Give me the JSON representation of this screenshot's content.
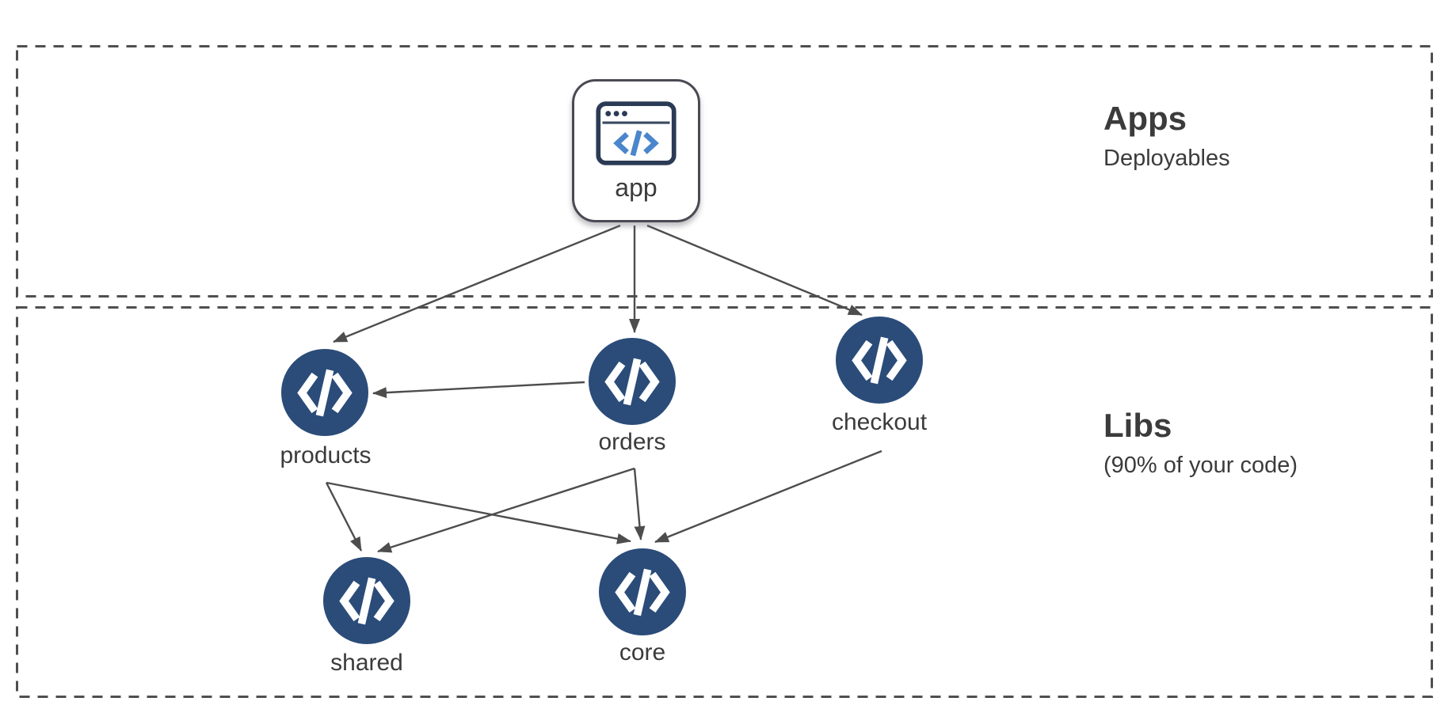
{
  "diagram": {
    "sections": [
      {
        "id": "apps",
        "title": "Apps",
        "subtitle": "Deployables"
      },
      {
        "id": "libs",
        "title": "Libs",
        "subtitle": "(90% of your code)"
      }
    ],
    "nodes": [
      {
        "id": "app",
        "label": "app",
        "kind": "application",
        "icon": "browser-code-icon"
      },
      {
        "id": "products",
        "label": "products",
        "kind": "library",
        "icon": "code-icon"
      },
      {
        "id": "orders",
        "label": "orders",
        "kind": "library",
        "icon": "code-icon"
      },
      {
        "id": "checkout",
        "label": "checkout",
        "kind": "library",
        "icon": "code-icon"
      },
      {
        "id": "shared",
        "label": "shared",
        "kind": "library",
        "icon": "code-icon"
      },
      {
        "id": "core",
        "label": "core",
        "kind": "library",
        "icon": "code-icon"
      }
    ],
    "edges": [
      {
        "from": "app",
        "to": "products"
      },
      {
        "from": "app",
        "to": "orders"
      },
      {
        "from": "app",
        "to": "checkout"
      },
      {
        "from": "orders",
        "to": "products"
      },
      {
        "from": "products",
        "to": "shared"
      },
      {
        "from": "products",
        "to": "core"
      },
      {
        "from": "orders",
        "to": "shared"
      },
      {
        "from": "orders",
        "to": "core"
      },
      {
        "from": "checkout",
        "to": "core"
      }
    ],
    "colors": {
      "background": "#ffffff",
      "lib_node_fill": "#2b4c79",
      "node_icon": "#ffffff",
      "edge": "#4d4d4d",
      "dashed_border": "#4f4f4f",
      "text": "#3b3b3b",
      "app_node_border": "#4a4a54",
      "browser_icon_outline": "#2c3b55",
      "browser_icon_code": "#4a86cc"
    }
  }
}
